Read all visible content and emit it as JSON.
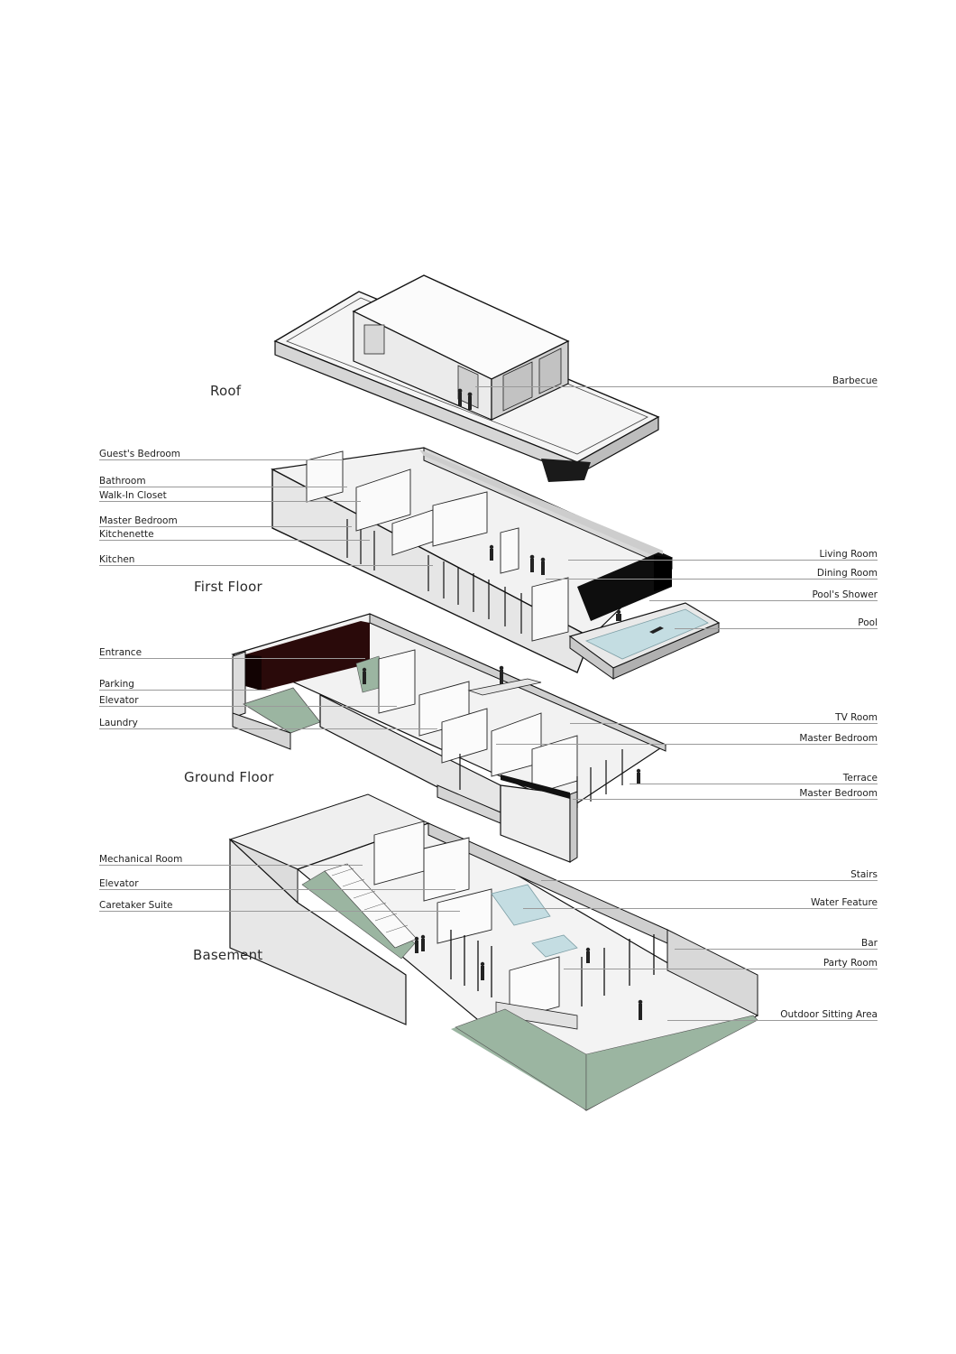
{
  "floors": {
    "roof": {
      "title": "Roof",
      "labels_right": [
        "Barbecue"
      ]
    },
    "first": {
      "title": "First Floor",
      "labels_left": [
        "Guest's Bedroom",
        "Bathroom",
        "Walk-In Closet",
        "Master Bedroom",
        "Kitchenette",
        "Kitchen"
      ],
      "labels_right": [
        "Living Room",
        "Dining Room",
        "Pool's Shower",
        "Pool"
      ]
    },
    "ground": {
      "title": "Ground Floor",
      "labels_left": [
        "Entrance",
        "Parking",
        "Elevator",
        "Laundry"
      ],
      "labels_right": [
        "TV Room",
        "Master Bedroom",
        "Terrace",
        "Master Bedroom"
      ]
    },
    "basement": {
      "title": "Basement",
      "labels_left": [
        "Mechanical Room",
        "Elevator",
        "Caretaker Suite"
      ],
      "labels_right": [
        "Stairs",
        "Water Feature",
        "Bar",
        "Party Room",
        "Outdoor Sitting Area"
      ]
    }
  },
  "colors": {
    "wall_light": "#f4f4f4",
    "wall_mid": "#e2e2e2",
    "wall_dark": "#cfcfcf",
    "outline": "#111111",
    "black_wall": "#0e0e0e",
    "dark_red_wall": "#2a0a0a",
    "grass": "#9bb5a1",
    "water": "#c4dde2",
    "leader": "#9a9a9a"
  }
}
